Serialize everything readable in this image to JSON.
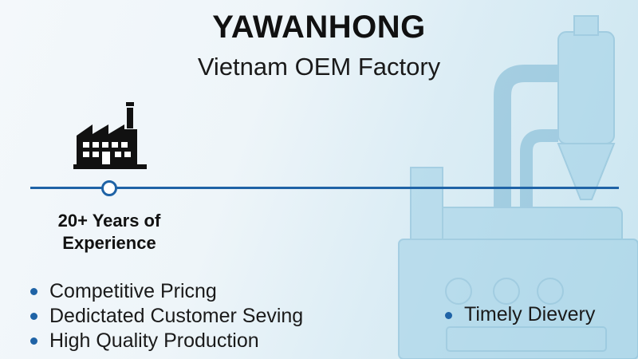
{
  "header": {
    "title": "YAWANHONG",
    "subtitle": "Vietnam OEM Factory"
  },
  "milestone": {
    "label_line1": "20+ Years of",
    "label_line2": "Experience"
  },
  "features": [
    "Competitive Pricng",
    "Dedictated Customer Seving",
    "High Quality Production"
  ],
  "extra_feature": "Timely Dievery",
  "icons": {
    "factory": "factory-icon",
    "bullet": "bullet-icon"
  },
  "colors": {
    "accent": "#1f63a6",
    "text": "#111111",
    "machine": "#8fc6e0"
  }
}
